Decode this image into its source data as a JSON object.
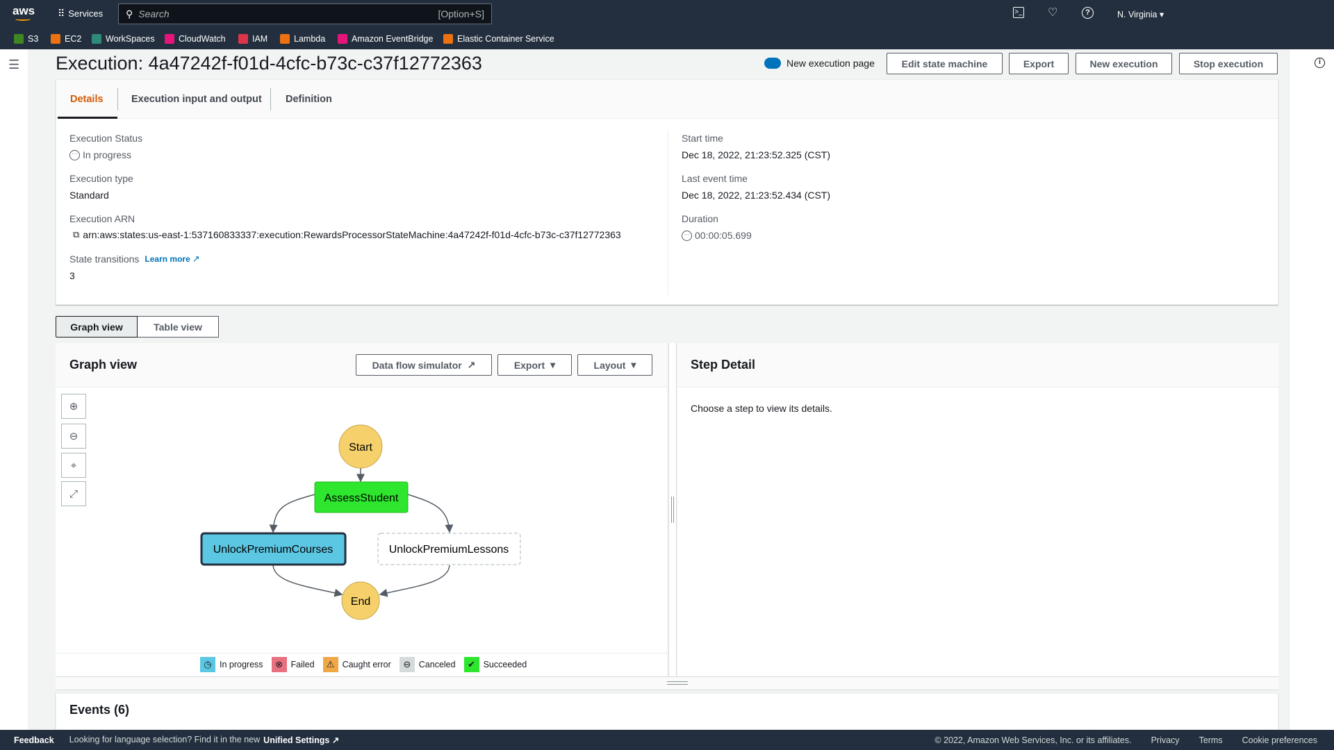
{
  "nav": {
    "logo": "aws",
    "services_label": "Services",
    "search_placeholder": "Search",
    "search_shortcut": "[Option+S]",
    "region": "N. Virginia",
    "icons": [
      "cloudshell-icon",
      "bell-icon",
      "help-icon"
    ]
  },
  "favorites": [
    {
      "label": "S3",
      "color": "#3f8624"
    },
    {
      "label": "EC2",
      "color": "#ec7211"
    },
    {
      "label": "WorkSpaces",
      "color": "#2e8b7a"
    },
    {
      "label": "CloudWatch",
      "color": "#e7157b"
    },
    {
      "label": "IAM",
      "color": "#dd344c"
    },
    {
      "label": "Lambda",
      "color": "#ec7211"
    },
    {
      "label": "Amazon EventBridge",
      "color": "#e7157b"
    },
    {
      "label": "Elastic Container Service",
      "color": "#ec7211"
    }
  ],
  "page": {
    "title": "Execution: 4a47242f-f01d-4cfc-b73c-c37f12772363",
    "toggle_label": "New execution page",
    "actions": [
      "Edit state machine",
      "Export",
      "New execution",
      "Stop execution"
    ]
  },
  "tabs": [
    {
      "label": "Details",
      "active": true
    },
    {
      "label": "Execution input and output"
    },
    {
      "label": "Definition"
    }
  ],
  "details": {
    "status_label": "Execution Status",
    "status_value": "In progress",
    "type_label": "Execution type",
    "type_value": "Standard",
    "arn_label": "Execution ARN",
    "arn_value": "arn:aws:states:us-east-1:537160833337:execution:RewardsProcessorStateMachine:4a47242f-f01d-4cfc-b73c-c37f12772363",
    "transitions_label": "State transitions",
    "learn_more": "Learn more",
    "transitions_value": "3",
    "start_label": "Start time",
    "start_value": "Dec 18, 2022, 21:23:52.325 (CST)",
    "last_label": "Last event time",
    "last_value": "Dec 18, 2022, 21:23:52.434 (CST)",
    "duration_label": "Duration",
    "duration_value": "00:00:05.699"
  },
  "view_toggle": [
    "Graph view",
    "Table view"
  ],
  "graph": {
    "title": "Graph view",
    "buttons": {
      "simulator": "Data flow simulator",
      "export": "Export",
      "layout": "Layout"
    },
    "tools": [
      "zoom-in-icon",
      "zoom-out-icon",
      "center-icon",
      "fit-icon"
    ],
    "nodes": {
      "start": "Start",
      "assess": "AssessStudent",
      "courses": "UnlockPremiumCourses",
      "lessons": "UnlockPremiumLessons",
      "end": "End"
    },
    "colors": {
      "in_progress": "#5bc7e3",
      "succeeded": "#2ee62e",
      "terminal": "#f5d06b",
      "failed": "#e8707f",
      "caught": "#f0a847",
      "canceled": "#d5dbdb"
    },
    "legend": [
      "In progress",
      "Failed",
      "Caught error",
      "Canceled",
      "Succeeded"
    ]
  },
  "step_detail": {
    "title": "Step Detail",
    "empty": "Choose a step to view its details."
  },
  "events": {
    "title": "Events (6)"
  },
  "footer": {
    "feedback": "Feedback",
    "language_text": "Looking for language selection? Find it in the new",
    "unified": "Unified Settings",
    "copyright": "© 2022, Amazon Web Services, Inc. or its affiliates.",
    "privacy": "Privacy",
    "terms": "Terms",
    "cookies": "Cookie preferences"
  }
}
